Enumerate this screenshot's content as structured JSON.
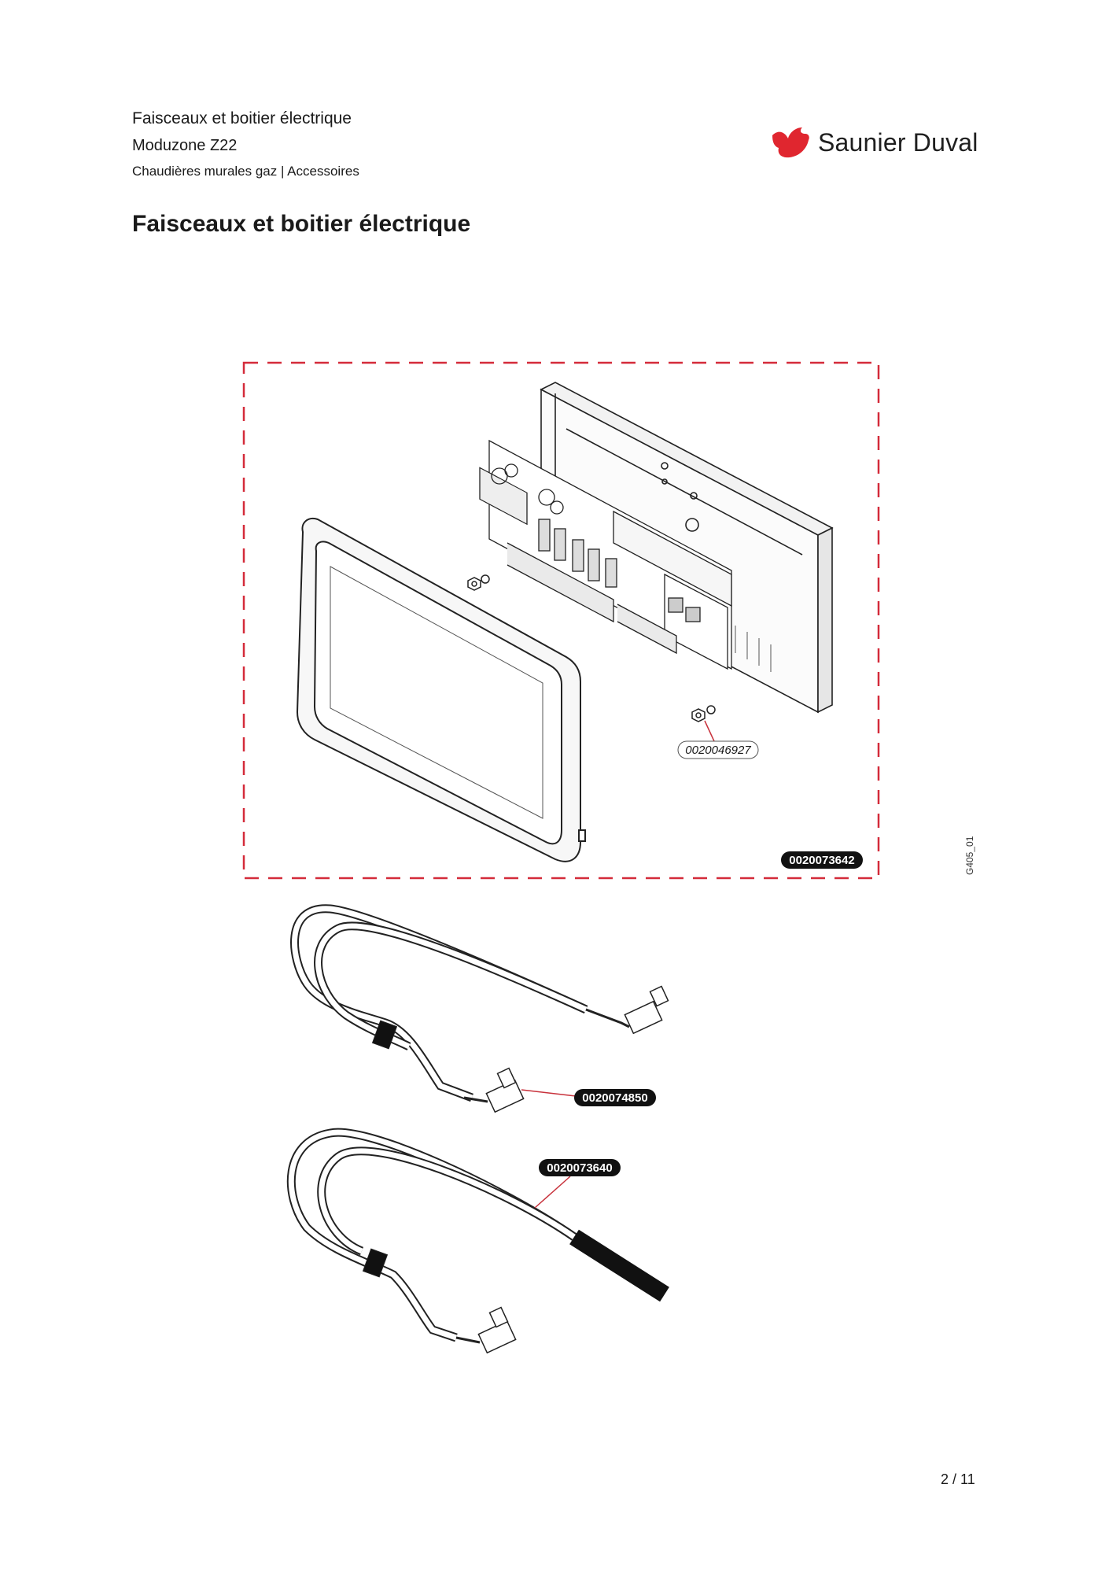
{
  "header": {
    "line1": "Faisceaux et boitier électrique",
    "line2": "Moduzone Z22",
    "line3": "Chaudières murales gaz | Accessoires"
  },
  "brand": {
    "name": "Saunier Duval",
    "logo_icon": "bird-logo-icon",
    "color": "#e0262f"
  },
  "title": "Faisceaux et boitier électrique",
  "diagram": {
    "figure_ref": "G405_01",
    "parts": {
      "nut": "0020046927",
      "control_box": "0020073642",
      "harness_connectors": "0020074850",
      "harness_sensor": "0020073640"
    },
    "dash_color": "#d42b3a",
    "leader_color": "#c8323c"
  },
  "page": {
    "number": "2 / 11"
  }
}
